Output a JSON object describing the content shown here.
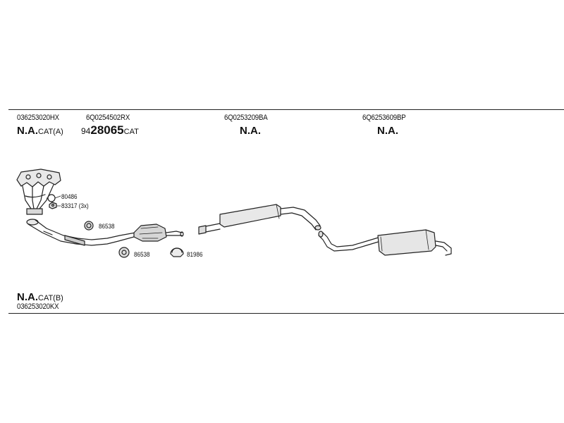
{
  "header": {
    "part1": "036253020HX",
    "part2": "6Q0254502RX",
    "part3": "6Q0253209BA",
    "part4": "6Q6253609BP",
    "na_main": "N.A.",
    "cat_a": "CAT(A)",
    "cat_prefix": "94",
    "cat_number": "28065",
    "cat_suffix": "CAT",
    "na_middle": "N.A.",
    "na_rear": "N.A."
  },
  "footer": {
    "na": "N.A.",
    "cat_b": "CAT(B)",
    "part": "036253020KX"
  },
  "callouts": {
    "gasket": "80486",
    "nut": "83317 (3x)",
    "clamp_upper": "86538",
    "clamp_lower": "86538",
    "clamp_right": "81986"
  }
}
